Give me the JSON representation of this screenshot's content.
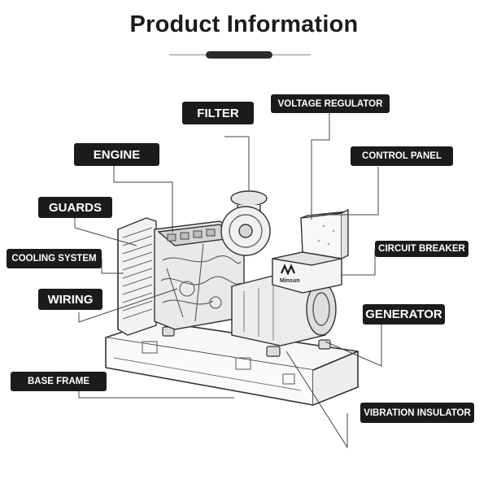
{
  "header": {
    "title": "Product Information"
  },
  "machine": {
    "brand_badge": "Minsun"
  },
  "labels": [
    {
      "id": "filter",
      "text": "FILTER"
    },
    {
      "id": "voltage-regulator",
      "text": "VOLTAGE REGULATOR"
    },
    {
      "id": "engine",
      "text": "ENGINE"
    },
    {
      "id": "control-panel",
      "text": "CONTROL PANEL"
    },
    {
      "id": "guards",
      "text": "GUARDS"
    },
    {
      "id": "circuit-breaker",
      "text": "CIRCUIT BREAKER"
    },
    {
      "id": "cooling-system",
      "text": "COOLING SYSTEM"
    },
    {
      "id": "wiring",
      "text": "WIRING"
    },
    {
      "id": "generator",
      "text": "GENERATOR"
    },
    {
      "id": "base-frame",
      "text": "BASE FRAME"
    },
    {
      "id": "vibration-insulator",
      "text": "VIBRATION INSULATOR"
    }
  ],
  "colors": {
    "label_bg": "#1b1b1b",
    "label_text": "#ffffff",
    "line": "#444444"
  }
}
